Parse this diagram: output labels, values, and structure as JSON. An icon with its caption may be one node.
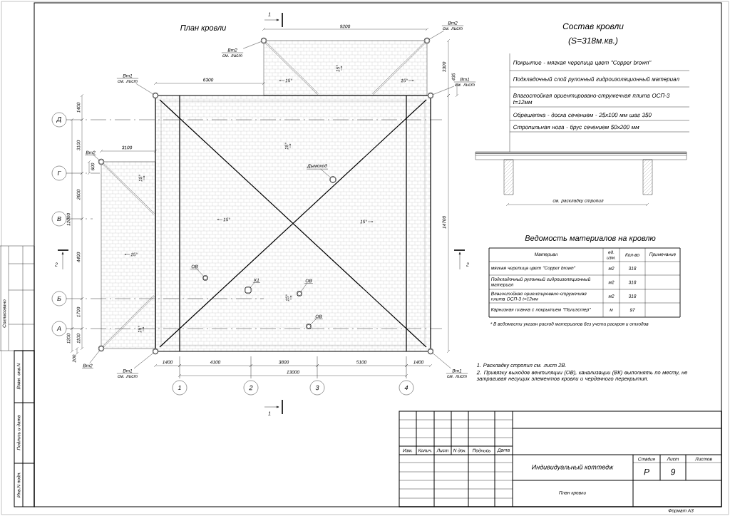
{
  "diagram": {
    "title": "План кровли",
    "nodes": [
      {
        "text": [
          "Вт2",
          "см. лист"
        ]
      },
      {
        "text": [
          "Вт2",
          "см. лист"
        ]
      },
      {
        "text": [
          "Вт1",
          "см. лист"
        ]
      },
      {
        "text": [
          "Вт1",
          "см. лист"
        ]
      },
      {
        "text": [
          "Вт2"
        ]
      },
      {
        "text": [
          "Вт2"
        ]
      },
      {
        "text": [
          "Вт1",
          "см. лист"
        ]
      },
      {
        "text": [
          "Вт1",
          "см. лист"
        ]
      },
      {
        "text": [
          "Дымоход"
        ]
      },
      {
        "text": [
          "ОВ"
        ]
      },
      {
        "text": [
          "К1"
        ]
      },
      {
        "text": [
          "ОВ"
        ]
      },
      {
        "text": [
          "ОВ"
        ]
      },
      {
        "text": [],
        "shape": "circle"
      },
      {
        "text": [],
        "shape": "circle"
      },
      {
        "text": [],
        "shape": "circle"
      },
      {
        "text": [],
        "shape": "circle"
      },
      {
        "text": [],
        "shape": "circle"
      },
      {
        "text": [],
        "shape": "circle"
      },
      {
        "text": [],
        "shape": "circle"
      },
      {
        "text": [],
        "shape": "circle"
      },
      {
        "text": [],
        "shape": "circle"
      },
      {
        "text": [],
        "shape": "circle"
      },
      {
        "text": [],
        "shape": "circle"
      },
      {
        "text": [],
        "shape": "circle"
      },
      {
        "text": [],
        "shape": "circle"
      },
      {
        "text": [
          "Д"
        ]
      },
      {
        "text": [
          "Г"
        ]
      },
      {
        "text": [
          "В"
        ]
      },
      {
        "text": [
          "Б"
        ]
      },
      {
        "text": [
          "А"
        ]
      },
      {
        "text": [
          "1"
        ]
      },
      {
        "text": [
          "2"
        ]
      },
      {
        "text": [
          "3"
        ]
      },
      {
        "text": [
          "4"
        ]
      }
    ],
    "edges": [
      {
        "from": 0,
        "to": 13,
        "arrow": "none"
      },
      {
        "from": 1,
        "to": 14,
        "arrow": "none"
      },
      {
        "from": 2,
        "to": 15,
        "arrow": "none"
      },
      {
        "from": 3,
        "to": 16,
        "arrow": "none"
      },
      {
        "from": 4,
        "to": 17,
        "arrow": "none"
      },
      {
        "from": 5,
        "to": 18,
        "arrow": "none"
      },
      {
        "from": 6,
        "to": 19,
        "arrow": "none"
      },
      {
        "from": 7,
        "to": 20,
        "arrow": "none"
      },
      {
        "from": 8,
        "to": 21,
        "arrow": "none"
      },
      {
        "from": 9,
        "to": 22,
        "arrow": "none"
      },
      {
        "from": 10,
        "to": 23,
        "arrow": "none"
      },
      {
        "from": 11,
        "to": 24,
        "arrow": "none"
      },
      {
        "from": 12,
        "to": 25,
        "arrow": "none"
      }
    ],
    "labels": [
      "1",
      "9200",
      "15°",
      "6300",
      "15°",
      "15°",
      "3300",
      "435",
      "1400",
      "3100",
      "3100",
      "600",
      "15°",
      "15°",
      "2600",
      "12000",
      "15°",
      "15°",
      "14700",
      "2",
      "2",
      "4400",
      "15°",
      "1700",
      "15°",
      "1200",
      "1100",
      "15°",
      "200",
      "1400",
      "4100",
      "3800",
      "5100",
      "1400",
      "13000",
      "1",
      "Состав кровли",
      "(S=318м.кв.)",
      "Покрытие - мягкая черепица цвет \"Copper brown\"",
      "Подкладочный слой рулонный гидроизоляционный материал",
      "Влагостойкая ориентировано-стружечная плита ОСП-3 t=12мм",
      "Обрешетка - доска сечением - 25х100 мм шаг 350",
      "Стропильная нога - брус сечением 50х200 мм",
      "см. раскладку стропил",
      "Ведомость материалов на кровлю",
      "Материал",
      "ед. изм.",
      "Кол-во",
      "Примечание",
      "мягкая черепица цвет \"Copper brown\"",
      "м2",
      "318",
      "Подкладочный рулонный гидроизоляционный материал",
      "м2",
      "318",
      "Влагостойкая ориентировано-стружечная плита ОСП-3 t=12мм",
      "м2",
      "318",
      "Карнизная планка с покрытием \"Полиэстер\"",
      "м",
      "97",
      "* В ведомости указан расход материалов без учета раскроя и отходов",
      "1. Раскладку стропил см. лист 2В.",
      "2. Привязку выходов вентиляции (ОВ), канализации (ВК) выполнять по месту, не затрагивая несущих элементов кровли и чердачного перекрытия.",
      "Изм.",
      "Колич.",
      "Лист",
      "N док.",
      "Подпись",
      "Дата",
      "Индивидуальный коттедж",
      "Стадия",
      "Лист",
      "Листов",
      "Р",
      "9",
      "План кровли",
      "Согласовано",
      "Взам. инв.N",
      "Подпись и дата",
      "Инв.N подл.",
      "Формат А3"
    ]
  }
}
